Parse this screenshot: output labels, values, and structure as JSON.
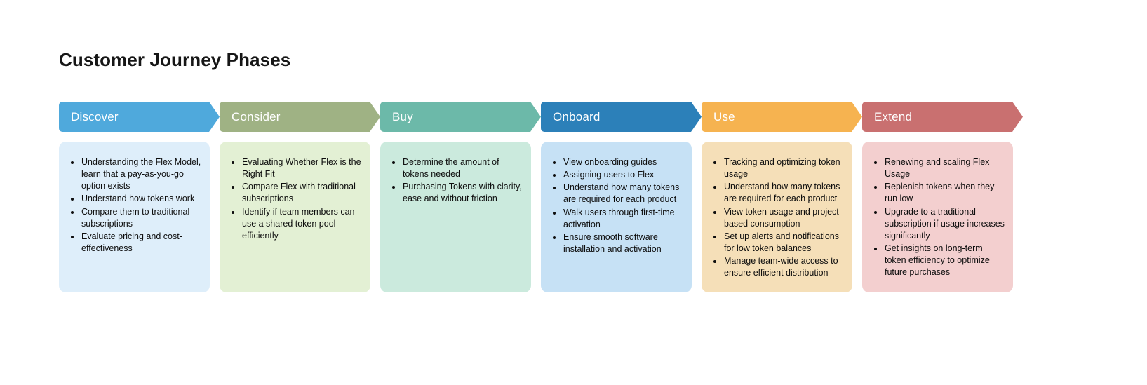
{
  "page": {
    "title": "Customer Journey Phases"
  },
  "phases": [
    {
      "name": "Discover",
      "header_color": "#4FA9DC",
      "card_color": "#DEEEFA",
      "items": [
        "Understanding the Flex Model, learn that a pay-as-you-go option exists",
        "Understand how tokens work",
        "Compare them to traditional subscriptions",
        "Evaluate pricing and cost-effectiveness"
      ]
    },
    {
      "name": "Consider",
      "header_color": "#9FB284",
      "card_color": "#E3F0D4",
      "items": [
        "Evaluating Whether Flex is the Right Fit",
        "Compare Flex with traditional subscriptions",
        "Identify if team members can use a shared token pool efficiently"
      ]
    },
    {
      "name": "Buy",
      "header_color": "#6CB9A9",
      "card_color": "#CBEADD",
      "items": [
        "Determine the amount of tokens needed",
        "Purchasing Tokens with clarity, ease and without friction"
      ]
    },
    {
      "name": "Onboard",
      "header_color": "#2C80B9",
      "card_color": "#C6E1F5",
      "items": [
        "View onboarding guides",
        "Assigning users to Flex",
        "Understand how many tokens are required for each product",
        "Walk users through first-time activation",
        "Ensure smooth software installation and activation"
      ]
    },
    {
      "name": "Use",
      "header_color": "#F6B350",
      "card_color": "#F5DFB8",
      "items": [
        "Tracking and optimizing token usage",
        "Understand how many tokens are required for each product",
        "View token usage and project-based consumption",
        "Set up alerts and notifications for low token balances",
        "Manage team-wide access to ensure efficient distribution"
      ]
    },
    {
      "name": "Extend",
      "header_color": "#C97070",
      "card_color": "#F3CFCF",
      "items": [
        "Renewing and scaling Flex Usage",
        "Replenish tokens when they run low",
        "Upgrade to a traditional subscription if usage increases significantly",
        "Get insights on long-term token efficiency to optimize future purchases"
      ]
    }
  ]
}
